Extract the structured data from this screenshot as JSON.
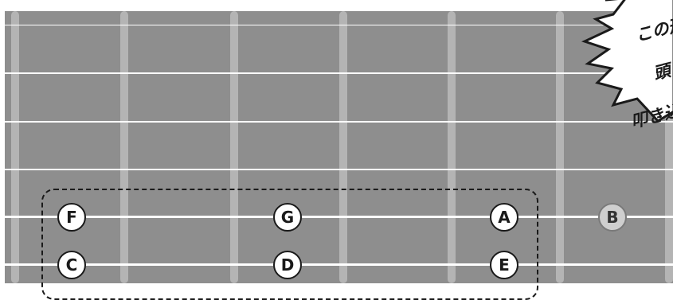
{
  "notes": [
    {
      "label": "F",
      "string": 5,
      "fret": 1
    },
    {
      "label": "G",
      "string": 5,
      "fret": 3
    },
    {
      "label": "A",
      "string": 5,
      "fret": 5
    },
    {
      "label": "B",
      "string": 5,
      "fret": 6,
      "muted": true
    },
    {
      "label": "C",
      "string": 6,
      "fret": 1
    },
    {
      "label": "D",
      "string": 6,
      "fret": 3
    },
    {
      "label": "E",
      "string": 6,
      "fret": 5
    }
  ],
  "callout": {
    "line1": "この形",
    "line2": "頭に",
    "line3": "叩き込む"
  },
  "colors": {
    "board": "#8e8e8e",
    "fret": "#b4b4b4",
    "string": "#ffffff",
    "note_fill": "#ffffff",
    "note_muted": "#cfcfcf"
  }
}
